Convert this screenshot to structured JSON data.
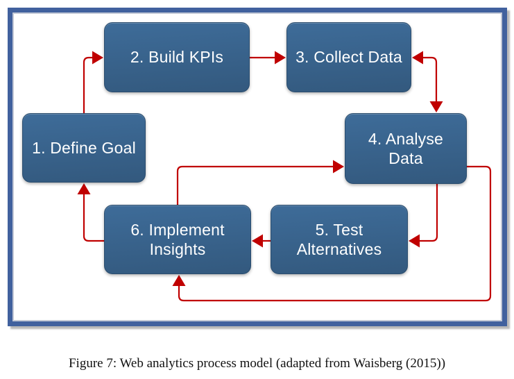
{
  "figure": {
    "caption": "Figure 7: Web analytics process model (adapted from Waisberg (2015))"
  },
  "colors": {
    "frame_border": "#41619E",
    "node_fill_top": "#3E6C99",
    "node_fill_bottom": "#33597E",
    "node_text": "#FFFFFF",
    "arrow": "#C00000",
    "caption_text": "#111111",
    "page_bg": "#FFFFFF"
  },
  "diagram": {
    "nodes": [
      {
        "id": "define-goal",
        "lines": [
          "1. Define Goal"
        ]
      },
      {
        "id": "build-kpis",
        "lines": [
          "2. Build KPIs"
        ]
      },
      {
        "id": "collect-data",
        "lines": [
          "3. Collect Data"
        ]
      },
      {
        "id": "analyse-data",
        "lines": [
          "4. Analyse",
          "Data"
        ]
      },
      {
        "id": "test-alternatives",
        "lines": [
          "5. Test",
          "Alternatives"
        ]
      },
      {
        "id": "implement-insights",
        "lines": [
          "6. Implement",
          "Insights"
        ]
      }
    ],
    "edges": [
      {
        "from": "1. Define Goal",
        "to": "2. Build KPIs",
        "style": "elbow"
      },
      {
        "from": "2. Build KPIs",
        "to": "3. Collect Data",
        "style": "straight"
      },
      {
        "from": "3. Collect Data",
        "to": "4. Analyse Data",
        "style": "elbow",
        "bidirectional": true
      },
      {
        "from": "4. Analyse Data",
        "to": "5. Test Alternatives",
        "style": "elbow"
      },
      {
        "from": "5. Test Alternatives",
        "to": "6. Implement Insights",
        "style": "straight"
      },
      {
        "from": "6. Implement Insights",
        "to": "1. Define Goal",
        "style": "elbow"
      },
      {
        "from": "6. Implement Insights",
        "to": "4. Analyse Data",
        "style": "elbow"
      },
      {
        "from": "4. Analyse Data",
        "to": "6. Implement Insights",
        "style": "outer-loop"
      }
    ]
  }
}
